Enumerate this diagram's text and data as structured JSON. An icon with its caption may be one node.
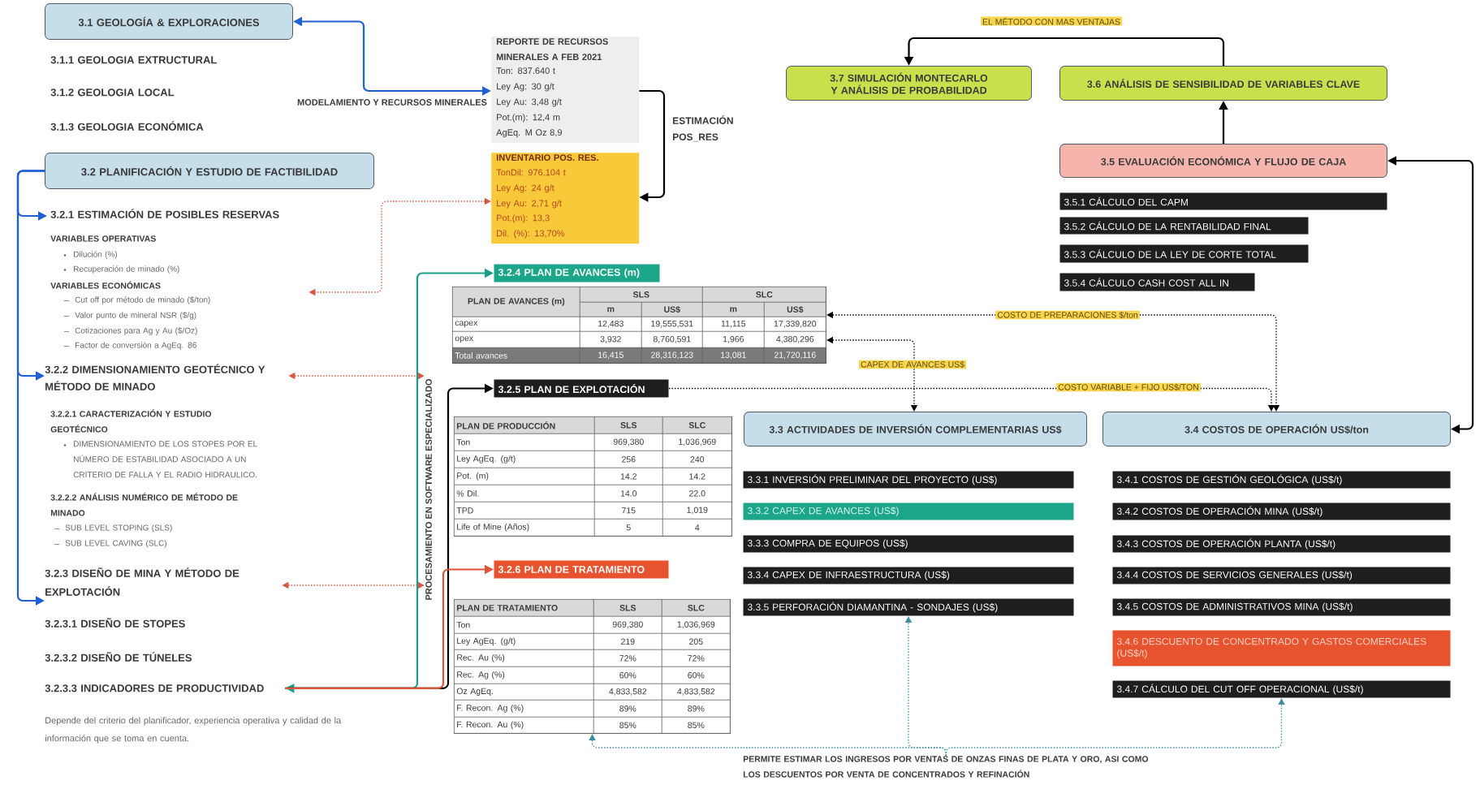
{
  "diagram": {
    "nodes": [
      {
        "text": [
          "3.1 GEOLOGÍA & EXPLORACIONES"
        ]
      },
      {
        "text": [
          "3.2 PLANIFICACIÓN Y ESTUDIO DE FACTIBILIDAD"
        ]
      },
      {
        "text": [
          "3.2.1 ESTIMACIÓN DE POSIBLES RESERVAS",
          "VARIABLES OPERATIVAS",
          "Dilución (%)",
          "Recuperación de minado (%)",
          "VARIABLES ECONÓMICAS",
          "Cut off por método de minado ($/ton)",
          "Valor punto de mineral NSR ($/g)",
          "Cotizaciones para Ag y Au ($/Oz)",
          "Factor de conversión a AgEq. 86"
        ]
      },
      {
        "text": [
          "3.2.2 DIMENSIONAMIENTO GEOTÉCNICO Y MÉTODO DE MINADO"
        ]
      },
      {
        "text": [
          "3.2.3 DISEÑO DE MINA Y MÉTODO DE EXPLOTACIÓN"
        ]
      },
      {
        "text": [
          "3.2.3.3 INDICADORES DE PRODUCTIVIDAD"
        ]
      },
      {
        "text": [
          "PROCESAMIENTO EN SOFTWARE ESPECIALIZADO"
        ]
      },
      {
        "text": [
          "REPORTE DE RECURSOS MINERALES A FEB 2021",
          "Ton: 837.640 t",
          "Ley Ag: 30 g/t",
          "Ley Au: 3,48 g/t",
          "Pot.(m): 12,4 m",
          "AgEq. M Oz 8,9"
        ]
      },
      {
        "text": [
          "INVENTARIO POS. RES.",
          "TonDil: 976.104 t",
          "Ley Ag: 24 g/t",
          "Ley Au: 2,71 g/t",
          "Pot.(m): 13,3",
          "Dil. (%): 13,70%"
        ]
      },
      {
        "text": [
          "3.2.4 PLAN DE AVANCES (m)"
        ]
      },
      {
        "text": [
          "PLAN DE AVANCES (m)",
          "SLS",
          "SLC",
          "m",
          "US$",
          "m",
          "US$",
          "capex",
          "12,483",
          "19,555,531",
          "11,115",
          "17,339,820",
          "opex",
          "3,932",
          "8,760,591",
          "1,966",
          "4,380,296",
          "Total avances",
          "16,415",
          "28,316,123",
          "13,081",
          "21,720,116"
        ]
      },
      {
        "text": [
          "3.2.5 PLAN DE EXPLOTACIÓN"
        ]
      },
      {
        "text": [
          "PLAN DE PRODUCCIÓN",
          "SLS",
          "SLC",
          "Ton",
          "969,380",
          "1,036,969",
          "Ley AgEq. (g/t)",
          "256",
          "240",
          "Pot. (m)",
          "14.2",
          "14.2",
          "% Dil.",
          "14.0",
          "22.0",
          "TPD",
          "715",
          "1,019",
          "Life of Mine (Años)",
          "5",
          "4"
        ]
      },
      {
        "text": [
          "3.2.6 PLAN DE TRATAMIENTO"
        ]
      },
      {
        "text": [
          "PLAN DE TRATAMIENTO",
          "SLS",
          "SLC",
          "Ton",
          "969,380",
          "1,036,969",
          "Ley AgEq. (g/t)",
          "219",
          "205",
          "Rec. Au (%)",
          "72%",
          "72%",
          "Rec. Ag (%)",
          "60%",
          "60%",
          "Oz AgEq.",
          "4,833,582",
          "4,833,582",
          "F. Recon. Ag (%)",
          "89%",
          "89%",
          "F. Recon. Au (%)",
          "85%",
          "85%"
        ]
      },
      {
        "text": [
          "3.7 SIMULACIÓN MONTECARLO Y ANÁLISIS DE PROBABILIDAD"
        ]
      },
      {
        "text": [
          "3.6 ANÁLISIS DE SENSIBILIDAD DE VARIABLES CLAVE"
        ]
      },
      {
        "text": [
          "3.5 EVALUACIÓN ECONÓMICA Y FLUJO DE CAJA"
        ]
      },
      {
        "text": [
          "3.5.1 CÁLCULO DEL CAPM"
        ]
      },
      {
        "text": [
          "3.5.2 CÁLCULO DE LA RENTABILIDAD FINAL"
        ]
      },
      {
        "text": [
          "3.5.3 CÁLCULO DE LA LEY DE CORTE TOTAL"
        ]
      },
      {
        "text": [
          "3.5.4 CÁLCULO CASH COST ALL IN"
        ]
      },
      {
        "text": [
          "3.3 ACTIVIDADES DE INVERSIÓN COMPLEMENTARIAS US$"
        ]
      },
      {
        "text": [
          "3.3.1 INVERSIÓN PRELIMINAR DEL PROYECTO (US$)"
        ]
      },
      {
        "text": [
          "3.3.2 CAPEX DE AVANCES (US$)"
        ]
      },
      {
        "text": [
          "3.3.3 COMPRA DE EQUIPOS (US$)"
        ]
      },
      {
        "text": [
          "3.3.4 CAPEX DE INFRAESTRUCTURA (US$)"
        ]
      },
      {
        "text": [
          "3.3.5 PERFORACIÓN DIAMANTINA - SONDAJES (US$)"
        ]
      },
      {
        "text": [
          "3.4 COSTOS DE OPERACIÓN US$/ton"
        ]
      },
      {
        "text": [
          "3.4.1 COSTOS DE GESTIÓN GEOLÓGICA (US$/t)"
        ]
      },
      {
        "text": [
          "3.4.2 COSTOS DE OPERACIÓN MINA (US$/t)"
        ]
      },
      {
        "text": [
          "3.4.3 COSTOS DE OPERACIÓN PLANTA (US$/t)"
        ]
      },
      {
        "text": [
          "3.4.4 COSTOS DE SERVICIOS GENERALES (US$/t)"
        ]
      },
      {
        "text": [
          "3.4.5 COSTOS DE ADMINISTRATIVOS MINA (US$/t)"
        ]
      },
      {
        "text": [
          "3.4.6 DESCUENTO DE CONCENTRADO Y GASTOS COMERCIALES (US$/t)"
        ]
      },
      {
        "text": [
          "3.4.7 CÁLCULO DEL CUT OFF OPERACIONAL (US$/t)"
        ]
      },
      {
        "text": [
          "PERMITE ESTIMAR LOS INGRESOS POR VENTAS DE ONZAS FINAS DE PLATA Y ORO, ASI COMO LOS DESCUENTOS POR VENTA DE CONCENTRADOS Y REFINACIÓN"
        ]
      }
    ],
    "edges": [
      {
        "from": 0,
        "to": 7,
        "arrow": "both",
        "label": "MODELAMIENTO Y RECURSOS MINERALES",
        "color": "#1f5fd6"
      },
      {
        "from": 7,
        "to": 8,
        "arrow": "to",
        "label": "ESTIMACIÓN POS_RES",
        "color": "#000000"
      },
      {
        "from": 1,
        "to": 2,
        "arrow": "to",
        "color": "#1f5fd6"
      },
      {
        "from": 1,
        "to": 3,
        "arrow": "to",
        "color": "#1f5fd6"
      },
      {
        "from": 1,
        "to": 4,
        "arrow": "to",
        "color": "#1f5fd6"
      },
      {
        "from": 8,
        "to": 2,
        "arrow": "both",
        "style": "dashed",
        "color": "#d9553f"
      },
      {
        "from": 3,
        "to": 6,
        "arrow": "both",
        "style": "dashed",
        "color": "#d9553f"
      },
      {
        "from": 4,
        "to": 6,
        "arrow": "both",
        "style": "dashed",
        "color": "#d9553f"
      },
      {
        "from": 5,
        "to": 9,
        "arrow": "both",
        "color": "#1a9e8a"
      },
      {
        "from": 5,
        "to": 11,
        "arrow": "to",
        "color": "#000000"
      },
      {
        "from": 5,
        "to": 13,
        "arrow": "to",
        "color": "#e0533b"
      },
      {
        "from": 10,
        "to": 28,
        "arrow": "both",
        "style": "dashed",
        "label": "COSTO DE PREPARACIONES $/ton",
        "color": "#000000"
      },
      {
        "from": 10,
        "to": 22,
        "arrow": "both",
        "style": "dashed",
        "label": "CAPEX DE AVANCES US$",
        "color": "#000000"
      },
      {
        "from": 11,
        "to": 28,
        "arrow": "to",
        "style": "dashed",
        "label": "COSTO VARIABLE + FIJO US$/TON",
        "color": "#000000"
      },
      {
        "from": 16,
        "to": 15,
        "arrow": "to",
        "label": "EL MÉTODO CON MAS VENTAJAS",
        "color": "#000000"
      },
      {
        "from": 17,
        "to": 16,
        "arrow": "to",
        "color": "#000000"
      },
      {
        "from": 28,
        "to": 17,
        "arrow": "both",
        "color": "#000000"
      },
      {
        "from": 36,
        "to": 14,
        "arrow": "to",
        "style": "dashed",
        "color": "#3d8fa0"
      },
      {
        "from": 36,
        "to": 27,
        "arrow": "to",
        "style": "dashed",
        "color": "#3d8fa0"
      },
      {
        "from": 36,
        "to": 35,
        "arrow": "to",
        "style": "dashed",
        "color": "#3d8fa0"
      }
    ],
    "labels": [
      "3.1.1 GEOLOGIA EXTRUCTURAL",
      "3.1.2 GEOLOGIA LOCAL",
      "3.1.3 GEOLOGIA ECONÓMICA",
      "3.2.2.1 CARACTERIZACIÓN Y ESTUDIO GEOTÉCNICO",
      "DIMENSIONAMIENTO DE LOS STOPES POR EL NÚMERO DE ESTABILIDAD ASOCIADO A UN CRITERIO DE FALLA Y EL RADIO HIDRAULICO.",
      "3.2.2.2 ANÁLISIS NUMÉRICO DE MÉTODO DE MINADO",
      "SUB LEVEL STOPING (SLS)",
      "SUB LEVEL CAVING (SLC)",
      "3.2.3.1 DISEÑO DE STOPES",
      "3.2.3.2 DISEÑO DE TÚNELES",
      "Depende del criterio del planificador, experiencia operativa y calidad de la información que se toma en cuenta."
    ]
  }
}
